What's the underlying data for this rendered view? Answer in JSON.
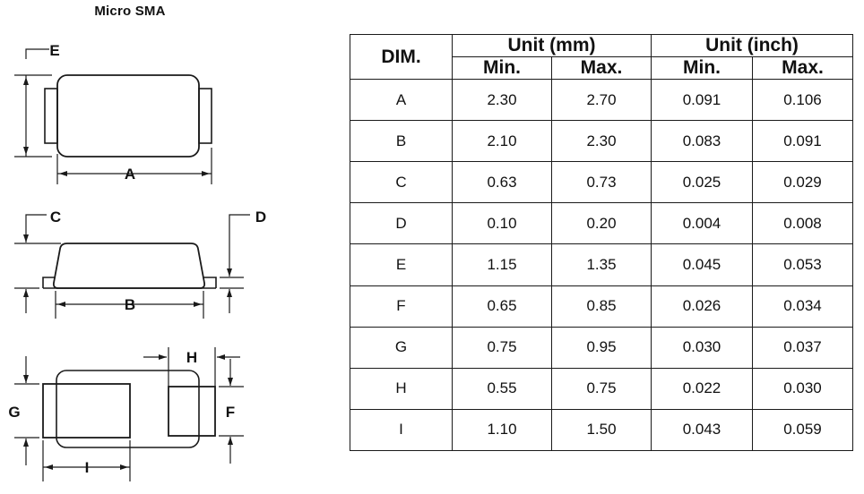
{
  "title": "Micro SMA",
  "drawings": {
    "top_view": {
      "name": "top-view",
      "labels": {
        "height_dim": "E",
        "width_dim": "A"
      }
    },
    "side_view": {
      "name": "side-view",
      "labels": {
        "height_dim": "C",
        "lead_thickness_dim": "D",
        "body_width_dim": "B"
      }
    },
    "bottom_view": {
      "name": "bottom-view",
      "labels": {
        "left_pad_height_dim": "G",
        "right_pad_height_dim": "F",
        "right_pad_width_dim": "H",
        "left_pad_width_dim": "I"
      }
    }
  },
  "table": {
    "dim_header": "DIM.",
    "unit_groups": [
      "Unit (mm)",
      "Unit (inch)"
    ],
    "sub_headers": [
      "Min.",
      "Max.",
      "Min.",
      "Max."
    ],
    "rows": [
      {
        "dim": "A",
        "mm_min": "2.30",
        "mm_max": "2.70",
        "in_min": "0.091",
        "in_max": "0.106"
      },
      {
        "dim": "B",
        "mm_min": "2.10",
        "mm_max": "2.30",
        "in_min": "0.083",
        "in_max": "0.091"
      },
      {
        "dim": "C",
        "mm_min": "0.63",
        "mm_max": "0.73",
        "in_min": "0.025",
        "in_max": "0.029"
      },
      {
        "dim": "D",
        "mm_min": "0.10",
        "mm_max": "0.20",
        "in_min": "0.004",
        "in_max": "0.008"
      },
      {
        "dim": "E",
        "mm_min": "1.15",
        "mm_max": "1.35",
        "in_min": "0.045",
        "in_max": "0.053"
      },
      {
        "dim": "F",
        "mm_min": "0.65",
        "mm_max": "0.85",
        "in_min": "0.026",
        "in_max": "0.034"
      },
      {
        "dim": "G",
        "mm_min": "0.75",
        "mm_max": "0.95",
        "in_min": "0.030",
        "in_max": "0.037"
      },
      {
        "dim": "H",
        "mm_min": "0.55",
        "mm_max": "0.75",
        "in_min": "0.022",
        "in_max": "0.030"
      },
      {
        "dim": "I",
        "mm_min": "1.10",
        "mm_max": "1.50",
        "in_min": "0.043",
        "in_max": "0.059"
      }
    ]
  },
  "colors": {
    "line": "#1a1a1a",
    "text": "#111111",
    "background": "#ffffff"
  }
}
